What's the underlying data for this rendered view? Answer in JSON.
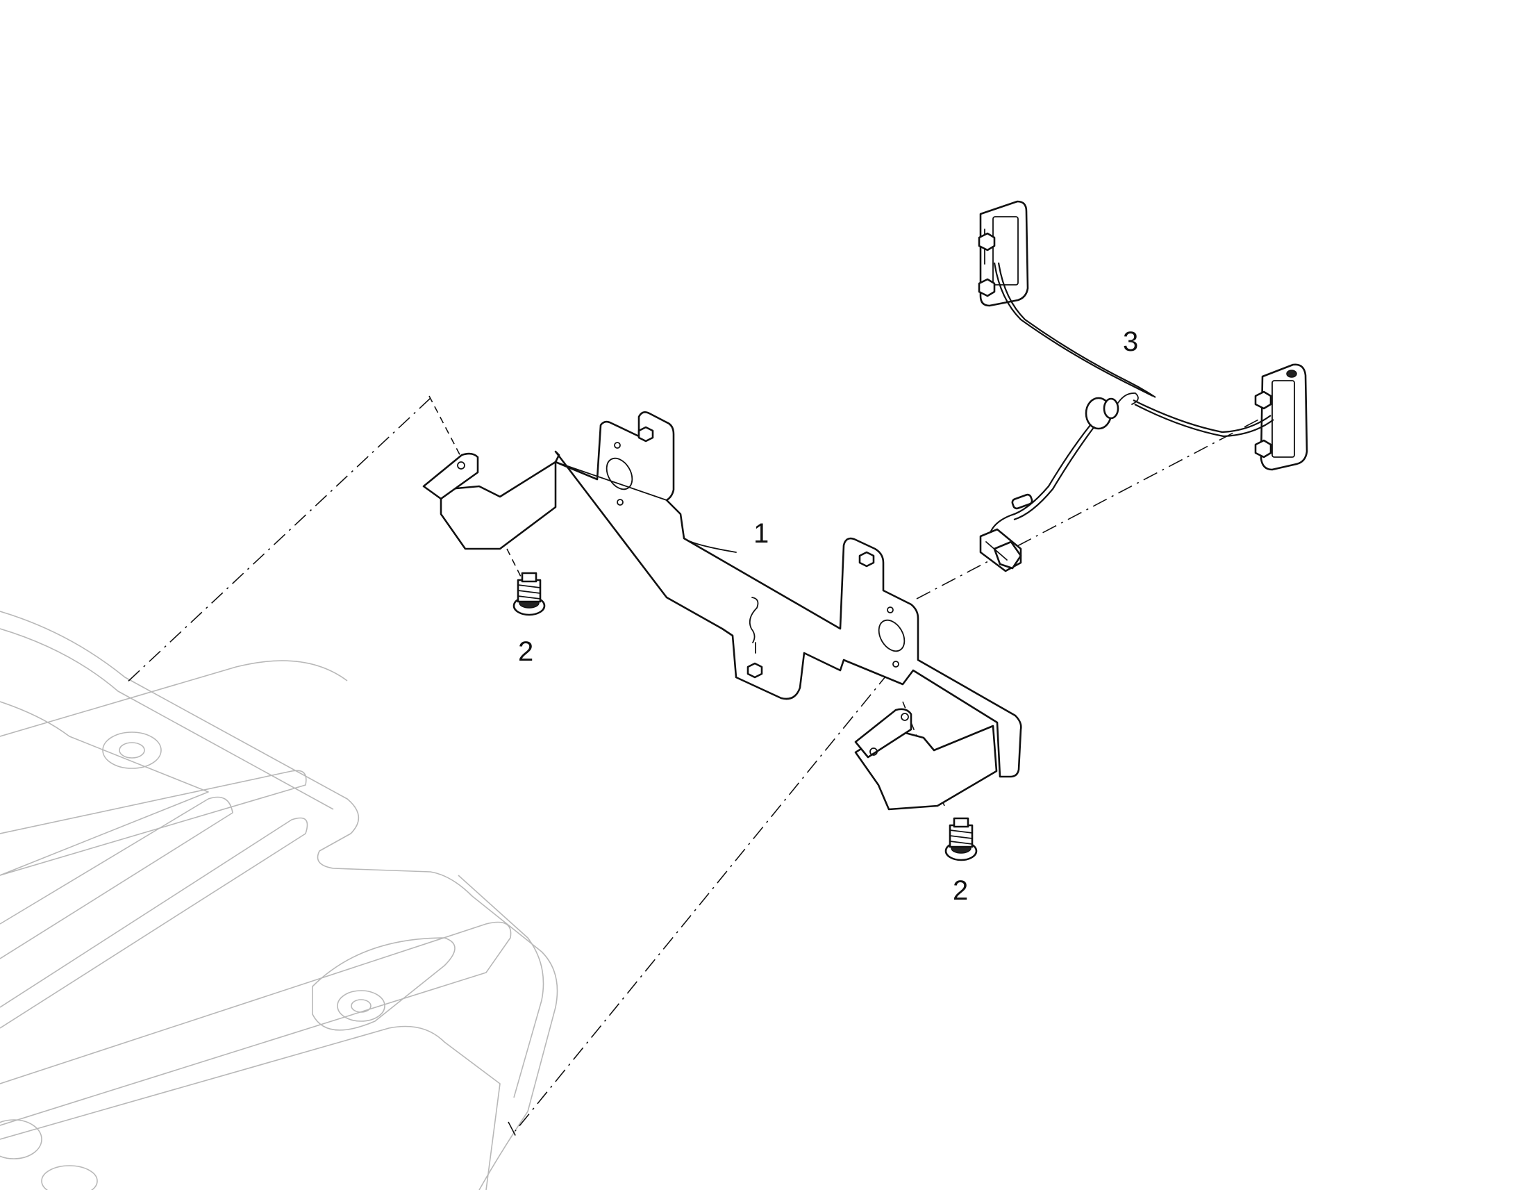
{
  "callouts": {
    "bracket": "1",
    "bolt_left": "2",
    "bolt_right": "2",
    "lamp_harness": "3"
  }
}
